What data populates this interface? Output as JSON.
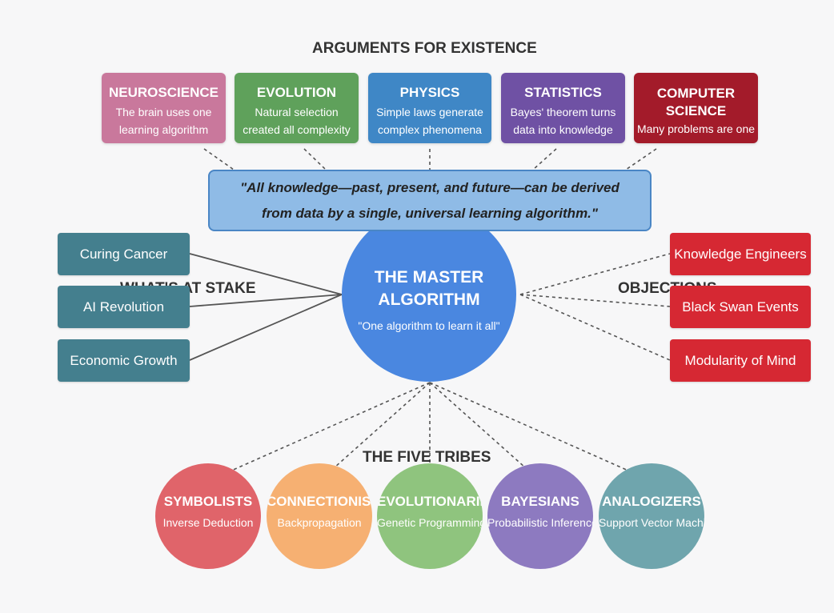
{
  "titles": {
    "arguments": "ARGUMENTS FOR EXISTENCE",
    "stake": "WHAT'S AT STAKE",
    "objections": "OBJECTIONS",
    "tribes": "THE FIVE TRIBES"
  },
  "arguments": [
    {
      "title": "NEUROSCIENCE",
      "desc": "The brain uses one learning algorithm",
      "color": "#c9789c"
    },
    {
      "title": "EVOLUTION",
      "desc": "Natural selection created all complexity",
      "color": "#5fa15b"
    },
    {
      "title": "PHYSICS",
      "desc": "Simple laws generate complex phenomena",
      "color": "#3f87c6"
    },
    {
      "title": "STATISTICS",
      "desc": "Bayes' theorem turns data into knowledge",
      "color": "#6f51a4"
    },
    {
      "title": "COMPUTER SCIENCE",
      "desc": "Many problems are one",
      "color": "#a31b2a"
    }
  ],
  "quote": "\"All knowledge—past, present, and future—can be derived from data by a single, universal learning algorithm.\"",
  "center": {
    "title": "THE MASTER ALGORITHM",
    "subtitle": "\"One algorithm to learn it all\"",
    "color": "#4a87e0"
  },
  "stakes": [
    "Curing Cancer",
    "AI Revolution",
    "Economic Growth"
  ],
  "objections": [
    "Knowledge Engineers",
    "Black Swan Events",
    "Modularity of Mind"
  ],
  "tribes": [
    {
      "name": "SYMBOLISTS",
      "method": "Inverse Deduction",
      "color": "#e0646a"
    },
    {
      "name": "CONNECTIONISTS",
      "method": "Backpropagation",
      "color": "#f6b072"
    },
    {
      "name": "EVOLUTIONARIES",
      "method": "Genetic Programming",
      "color": "#8fc47e"
    },
    {
      "name": "BAYESIANS",
      "method": "Probabilistic Inference",
      "color": "#8d7ac0"
    },
    {
      "name": "ANALOGIZERS",
      "method": "Support Vector Machines",
      "color": "#6fa5ad"
    }
  ]
}
